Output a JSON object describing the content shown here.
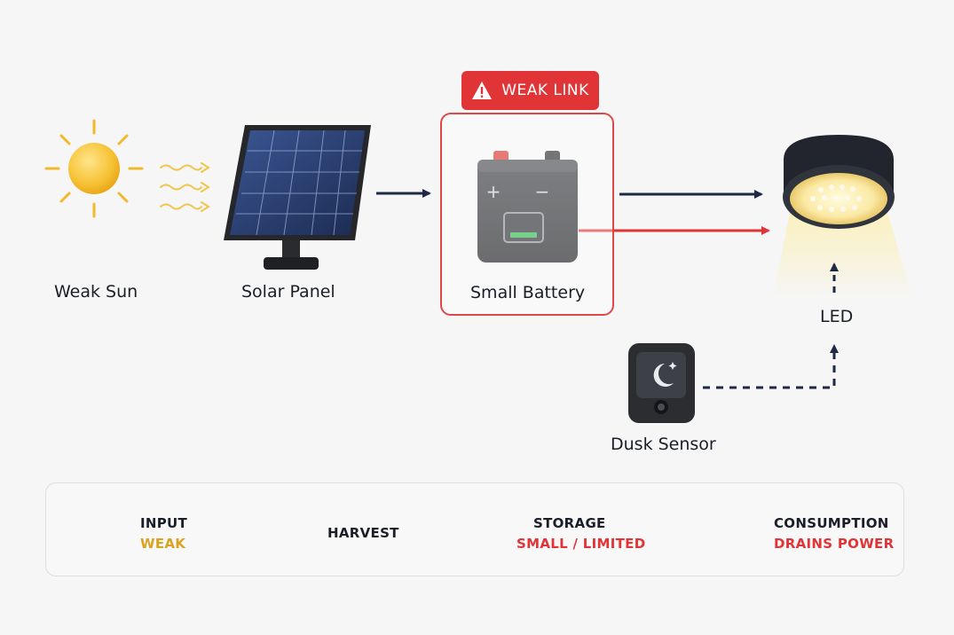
{
  "nodes": {
    "sun_label": "Weak Sun",
    "panel_label": "Solar Panel",
    "battery_label": "Small Battery",
    "led_label": "LED",
    "sensor_label": "Dusk Sensor"
  },
  "battery_symbols": {
    "plus": "+",
    "minus": "−"
  },
  "warning": {
    "text": "WEAK LINK",
    "icon": "warning-triangle-icon"
  },
  "legend": {
    "input": {
      "title": "INPUT",
      "status": "WEAK"
    },
    "harvest": {
      "title": "HARVEST"
    },
    "storage": {
      "title": "STORAGE",
      "status": "SMALL / LIMITED"
    },
    "consumption": {
      "title": "CONSUMPTION",
      "status": "DRAINS POWER"
    }
  },
  "colors": {
    "navy": "#1e2a45",
    "alert_red": "#e03437",
    "sun_yellow": "#f2b92a",
    "weak_text": "#d9a21f",
    "battery_indicator": "#2fb84f"
  }
}
